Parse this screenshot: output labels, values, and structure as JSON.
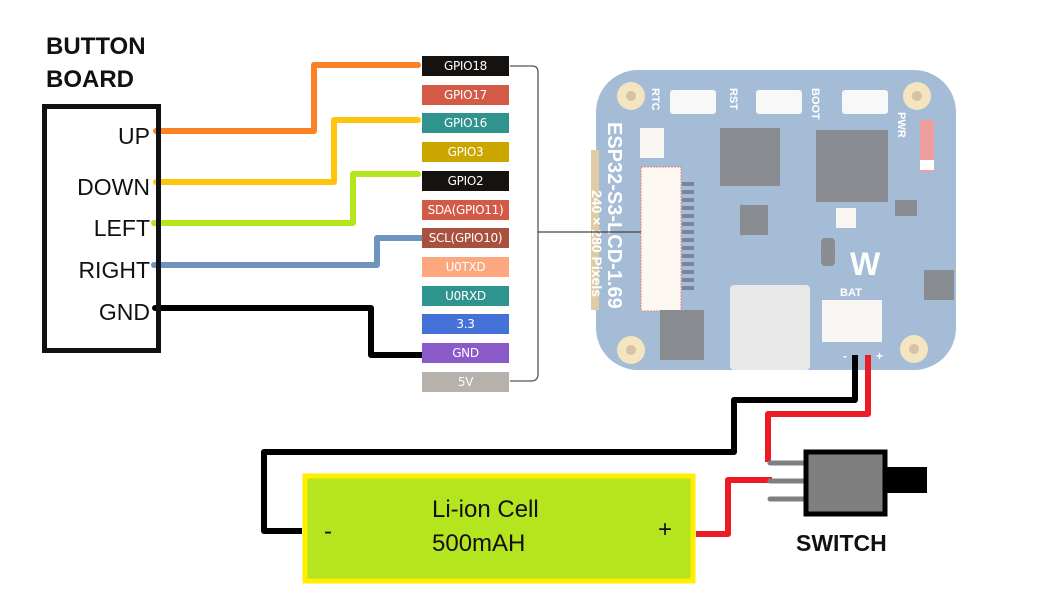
{
  "button_board": {
    "title_line1": "BUTTON",
    "title_line2": "BOARD",
    "pins": [
      "UP",
      "DOWN",
      "LEFT",
      "RIGHT",
      "GND"
    ]
  },
  "header_pins": [
    {
      "label": "GPIO18",
      "color": "#161210"
    },
    {
      "label": "GPIO17",
      "color": "#d45a48"
    },
    {
      "label": "GPIO16",
      "color": "#2f948e"
    },
    {
      "label": "GPIO3",
      "color": "#cba600"
    },
    {
      "label": "GPIO2",
      "color": "#161210"
    },
    {
      "label": "SDA(GPIO11)",
      "color": "#d45a48"
    },
    {
      "label": "SCL(GPIO10)",
      "color": "#a9503f"
    },
    {
      "label": "U0TXD",
      "color": "#fda77f"
    },
    {
      "label": "U0RXD",
      "color": "#2f948e"
    },
    {
      "label": "3.3",
      "color": "#4472d9"
    },
    {
      "label": "GND",
      "color": "#8a5ac8"
    },
    {
      "label": "5V",
      "color": "#b6b1ab"
    }
  ],
  "connections": [
    {
      "from": "UP",
      "to": "GPIO18",
      "color": "#fc8024"
    },
    {
      "from": "DOWN",
      "to": "GPIO16",
      "color": "#fdc50c"
    },
    {
      "from": "LEFT",
      "to": "GPIO2",
      "color": "#b5e51c"
    },
    {
      "from": "RIGHT",
      "to": "SCL(GPIO10)",
      "color": "#6f93bf"
    },
    {
      "from": "GND",
      "to": "GND",
      "color": "#000000"
    }
  ],
  "board": {
    "name": "ESP32-S3-LCD-1.69",
    "resolution": "240 × 280 Pixels",
    "buttons": [
      "RTC",
      "RST",
      "BOOT",
      "PWR"
    ],
    "connector_label": "BAT",
    "brand_glyph": "W",
    "polarity_minus": "-",
    "polarity_plus": "+"
  },
  "battery": {
    "line1": "Li-ion Cell",
    "line2": "500mAH",
    "minus": "-",
    "plus": "+",
    "fill_color": "#b5e51e",
    "border_color": "#ffee00"
  },
  "switch": {
    "label": "SWITCH"
  },
  "wire_colors": {
    "negative": "#000000",
    "positive": "#ec1c24"
  }
}
